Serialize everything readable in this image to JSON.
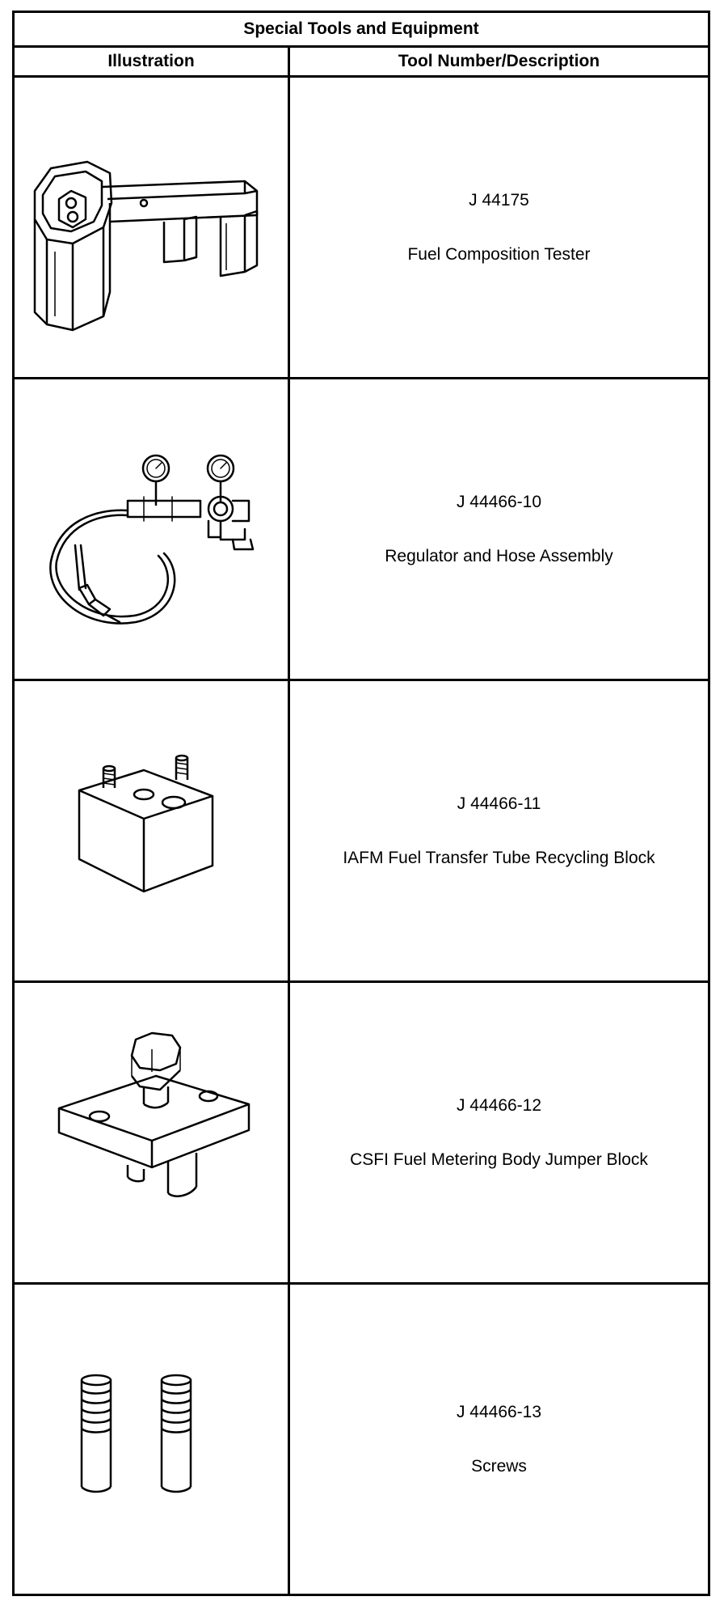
{
  "table": {
    "title": "Special Tools and Equipment",
    "col_illustration": "Illustration",
    "col_description": "Tool Number/Description",
    "rows": [
      {
        "tool_number": "J 44175",
        "description": "Fuel Composition Tester",
        "icon": "fuel-composition-tester-illustration"
      },
      {
        "tool_number": "J 44466-10",
        "description": "Regulator and Hose Assembly",
        "icon": "regulator-hose-assembly-illustration"
      },
      {
        "tool_number": "J 44466-11",
        "description": "IAFM Fuel Transfer Tube Recycling Block",
        "icon": "recycling-block-illustration"
      },
      {
        "tool_number": "J 44466-12",
        "description": "CSFI Fuel Metering Body Jumper Block",
        "icon": "jumper-block-illustration"
      },
      {
        "tool_number": "J 44466-13",
        "description": "Screws",
        "icon": "screws-illustration"
      }
    ]
  }
}
